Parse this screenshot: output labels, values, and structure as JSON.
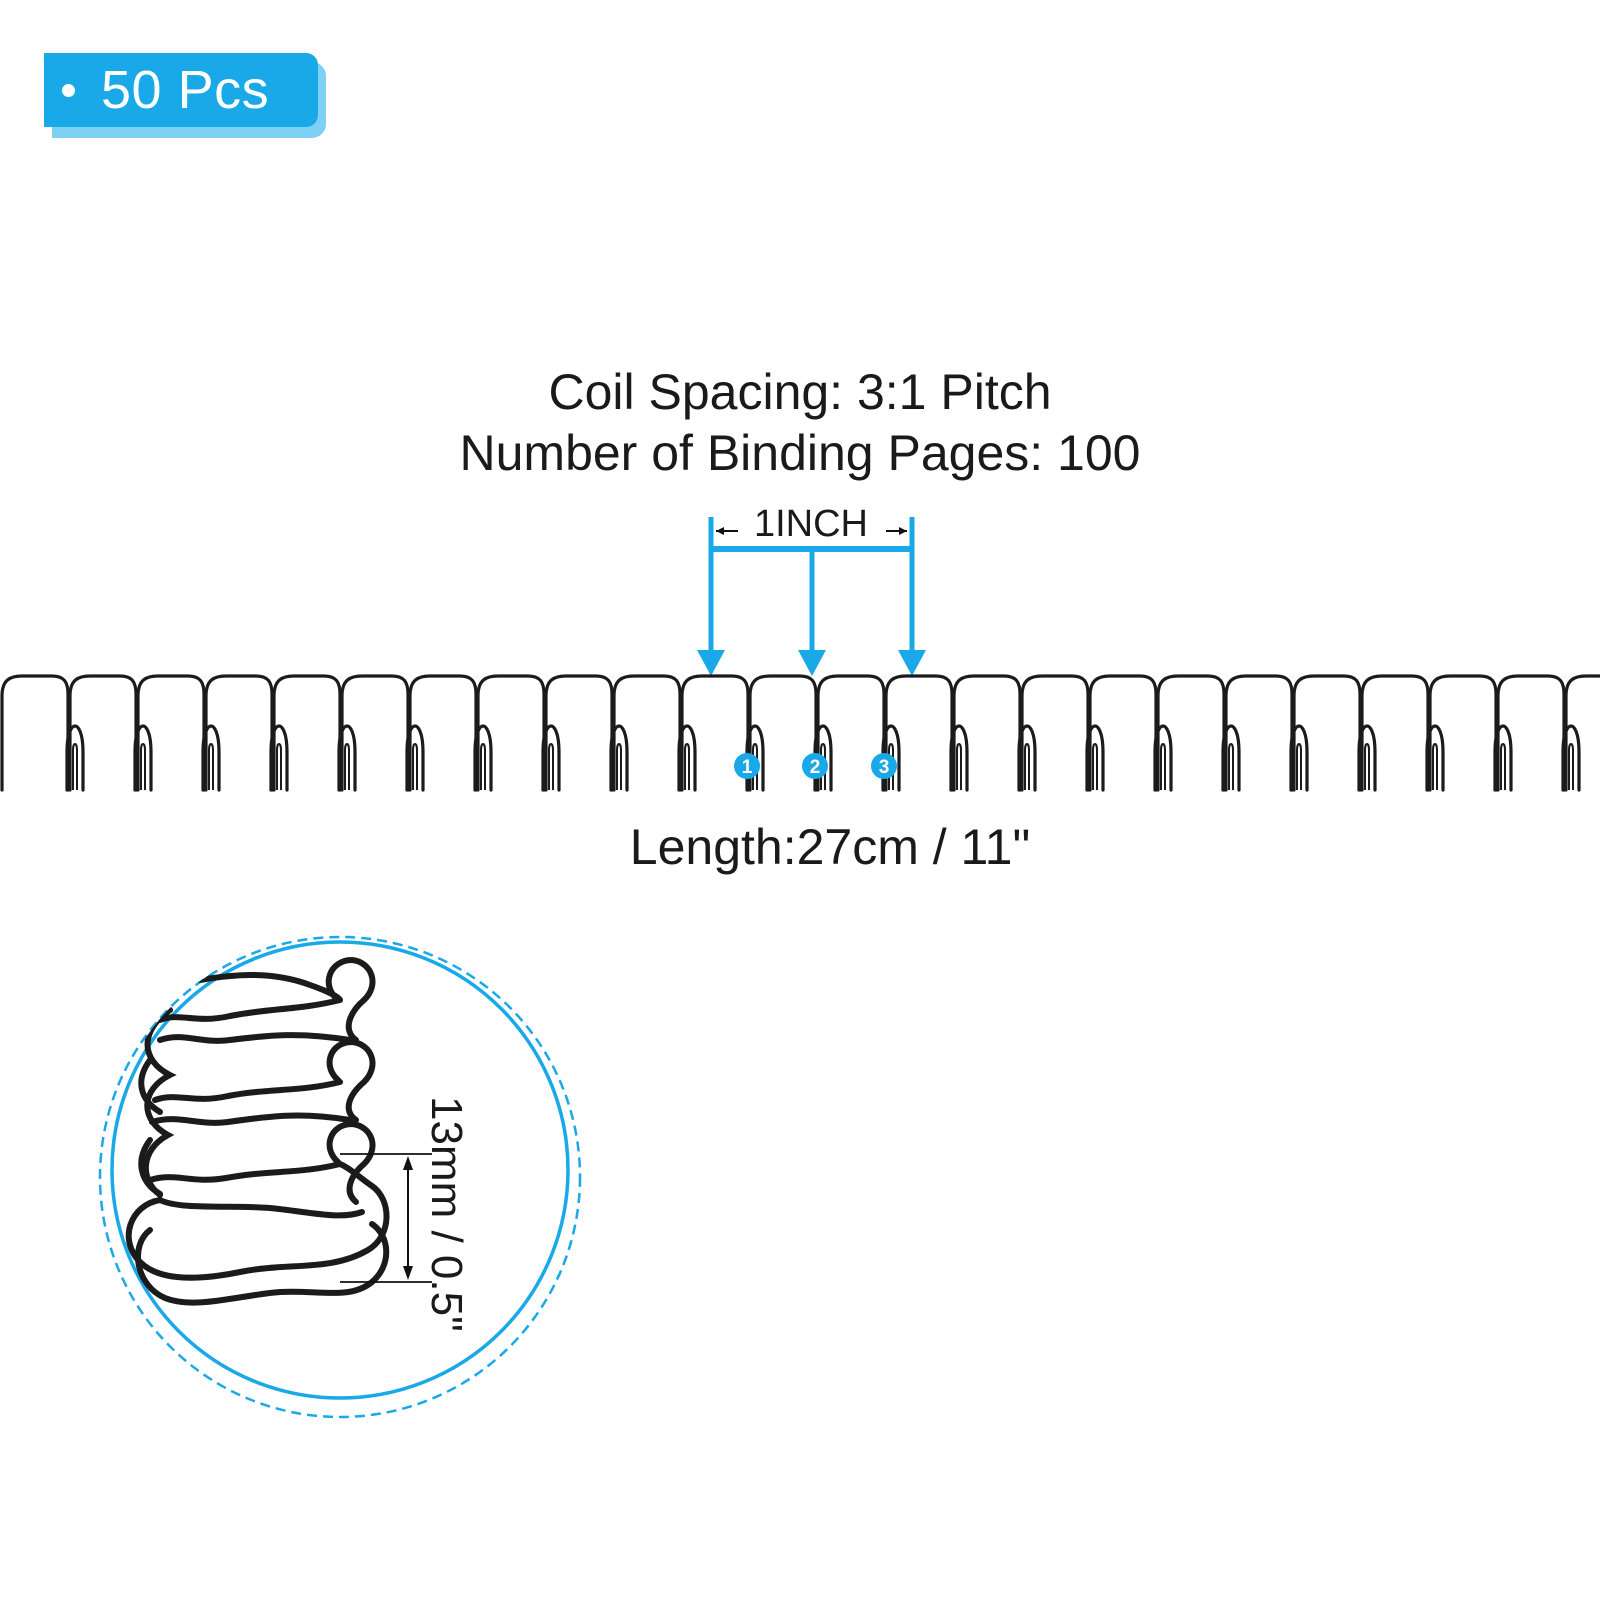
{
  "badge": {
    "label": "50 Pcs",
    "bullet_icon": "bullet-dot"
  },
  "specs": {
    "coil_spacing": "Coil Spacing: 3:1 Pitch",
    "binding_pages": "Number of Binding Pages: 100"
  },
  "pitch": {
    "label": "1INCH",
    "markers": [
      "1",
      "2",
      "3"
    ]
  },
  "length_label": "Length:27cm / 11\"",
  "diameter_label": "13mm / 0.5\"",
  "colors": {
    "accent": "#19a8e8",
    "accent_light": "#7fd0f5",
    "wire": "#1b1b1b",
    "text": "#1a1a1a"
  }
}
